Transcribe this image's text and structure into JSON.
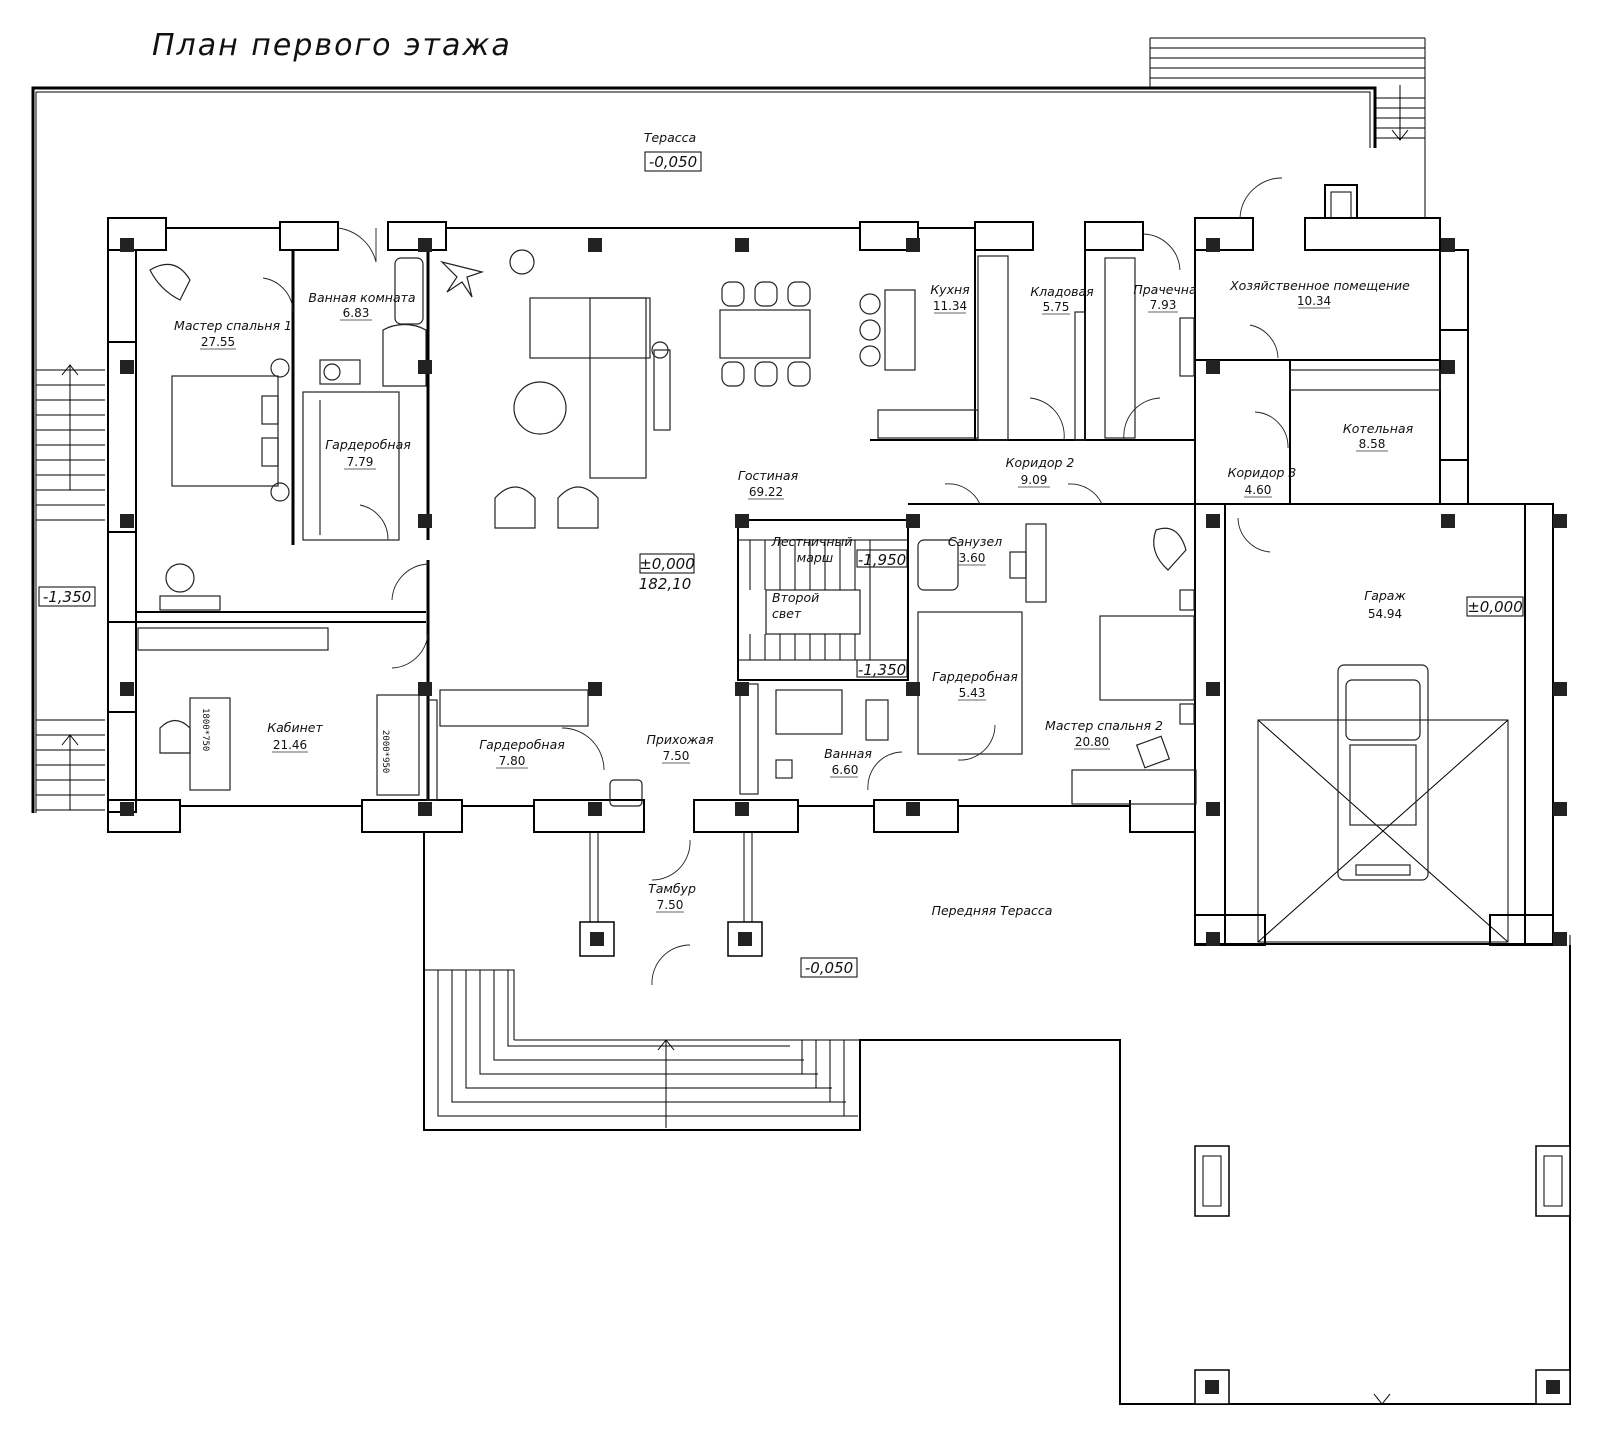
{
  "plan_title": "План первого этажа",
  "rooms": {
    "terrace": {
      "name": "Терасса",
      "level": "-0,050"
    },
    "master_bedroom_1": {
      "name": "Мастер спальня 1",
      "area": "27.55"
    },
    "bathroom_1": {
      "name": "Ванная комната",
      "area": "6.83"
    },
    "wardrobe_1": {
      "name": "Гардеробная",
      "area": "7.79"
    },
    "kitchen": {
      "name": "Кухня",
      "area": "11.34"
    },
    "pantry": {
      "name": "Кладовая",
      "area": "5.75"
    },
    "laundry": {
      "name": "Прачечна",
      "area": "7.93"
    },
    "utility": {
      "name": "Хозяйственное помещение",
      "area": "10.34"
    },
    "boiler": {
      "name": "Котельная",
      "area": "8.58"
    },
    "corridor_3": {
      "name": "Коридор 3",
      "area": "4.60"
    },
    "corridor_2": {
      "name": "Коридор 2",
      "area": "9.09"
    },
    "living": {
      "name": "Гостиная",
      "area": "69.22"
    },
    "staircase": {
      "name_line1": "Лестничный",
      "name_line2": "марш"
    },
    "second_light": {
      "name_line1": "Второй",
      "name_line2": "свет"
    },
    "wc": {
      "name": "Санузел",
      "area": "3.60"
    },
    "wardrobe_3": {
      "name": "Гардеробная",
      "area": "5.43"
    },
    "master_bedroom_2": {
      "name": "Мастер спальня 2",
      "area": "20.80"
    },
    "garage": {
      "name": "Гараж",
      "area": "54.94",
      "level": "±0,000"
    },
    "office": {
      "name": "Кабинет",
      "area": "21.46"
    },
    "wardrobe_2": {
      "name": "Гардеробная",
      "area": "7.80"
    },
    "hall": {
      "name": "Прихожая",
      "area": "7.50"
    },
    "bathroom_2": {
      "name": "Ванная",
      "area": "6.60"
    },
    "vestibule": {
      "name": "Тамбур",
      "area": "7.50"
    },
    "front_terrace": {
      "name": "Передняя Терасса",
      "level": "-0,050"
    }
  },
  "levels": {
    "left_stairs": "-1,350",
    "main_floor": "±0,000",
    "main_area": "182,10",
    "stair_top": "-1,950",
    "stair_bottom": "-1,350"
  },
  "furniture_labels": {
    "bed_office": "1800*750",
    "bed_wardrobe": "2000*950"
  }
}
